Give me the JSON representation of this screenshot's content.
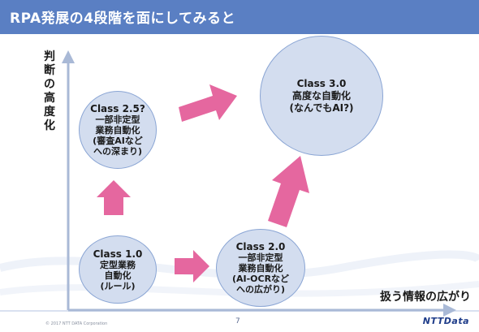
{
  "header": {
    "title": "RPA発展の4段階を面にしてみると"
  },
  "axes": {
    "y_label": "判断の高度化",
    "x_label": "扱う情報の広がり"
  },
  "stages": {
    "c25": {
      "name": "Class 2.5?",
      "desc": [
        "一部非定型",
        "業務自動化",
        "(審査AIなど",
        "への深まり)"
      ]
    },
    "c10": {
      "name": "Class 1.0",
      "desc": [
        "定型業務",
        "自動化",
        "(ルール)"
      ]
    },
    "c20": {
      "name": "Class 2.0",
      "desc": [
        "一部非定型",
        "業務自動化",
        "(AI-OCRなど",
        "への広がり)"
      ]
    },
    "c30": {
      "name": "Class 3.0",
      "desc": [
        "高度な自動化",
        "(なんでもAI?)"
      ]
    }
  },
  "footer": {
    "copyright": "© 2017 NTT DATA Corporation",
    "page": "7",
    "logo": "NTTData"
  },
  "colors": {
    "title_bar": "#5a7fc3",
    "arrow_pink": "#e5679f",
    "circle_fill": "#d3ddef",
    "axis": "#a9b9d6"
  }
}
